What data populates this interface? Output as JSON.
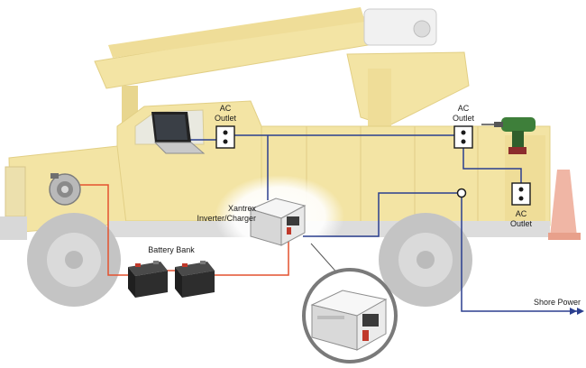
{
  "labels": {
    "ac_outlet_left": [
      "AC",
      "Outlet"
    ],
    "ac_outlet_mid": [
      "AC",
      "Outlet"
    ],
    "ac_outlet_right": [
      "AC",
      "Outlet"
    ],
    "inverter": [
      "Xantrex",
      "Inverter/Charger"
    ],
    "battery_bank": "Battery Bank",
    "shore_power": "Shore Power"
  },
  "colors": {
    "truck_body": "#f3e4a4",
    "truck_shade": "#e6d287",
    "tire": "#bdbdbd",
    "ac_wire": "#2b3f8f",
    "dc_wire": "#e4512f",
    "inverter_body": "#e9e9e9",
    "battery": "#2d2d2d"
  },
  "icons": [
    "laptop-icon",
    "drill-icon",
    "alternator-icon",
    "outlet-icon",
    "battery-icon",
    "inverter-icon",
    "traffic-cone-icon",
    "plug-icon"
  ]
}
